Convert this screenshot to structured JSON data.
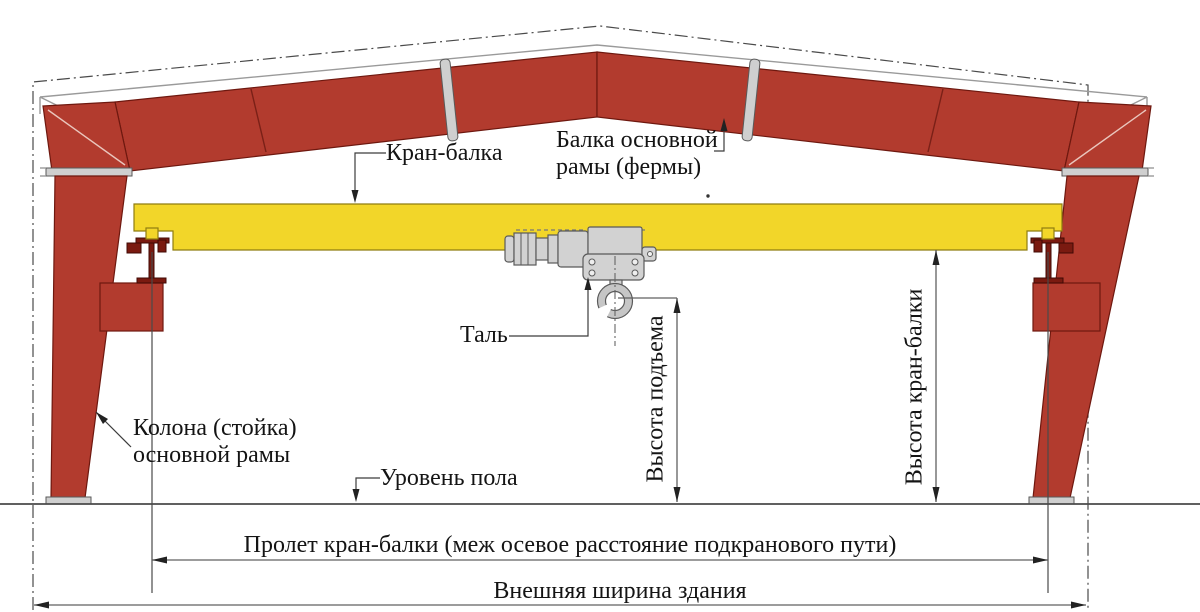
{
  "labels": {
    "crane_beam": "Кран-балка",
    "main_frame_beam_line1": "Балка основной",
    "main_frame_beam_line2": "рамы (фермы)",
    "hoist": "Таль",
    "lifting_height": "Высота подъема",
    "crane_beam_height": "Высота кран-балки",
    "column_line1": "Колона (стойка)",
    "column_line2": "основной рамы",
    "floor_level": "Уровень пола",
    "crane_span": "Пролет кран-балки (меж осевое расстояние подкранового пути)",
    "building_width": "Внешняя ширина здания"
  },
  "colors": {
    "frame_red": "#b23b2e",
    "frame_red_dark": "#6e180f",
    "beam_yellow": "#f2d629",
    "beam_yellow_border": "#8f7d12",
    "rail_red": "#7a1a10",
    "hoist_gray": "#d2d2d2",
    "dim_gray": "#606060",
    "background": "#ffffff"
  }
}
